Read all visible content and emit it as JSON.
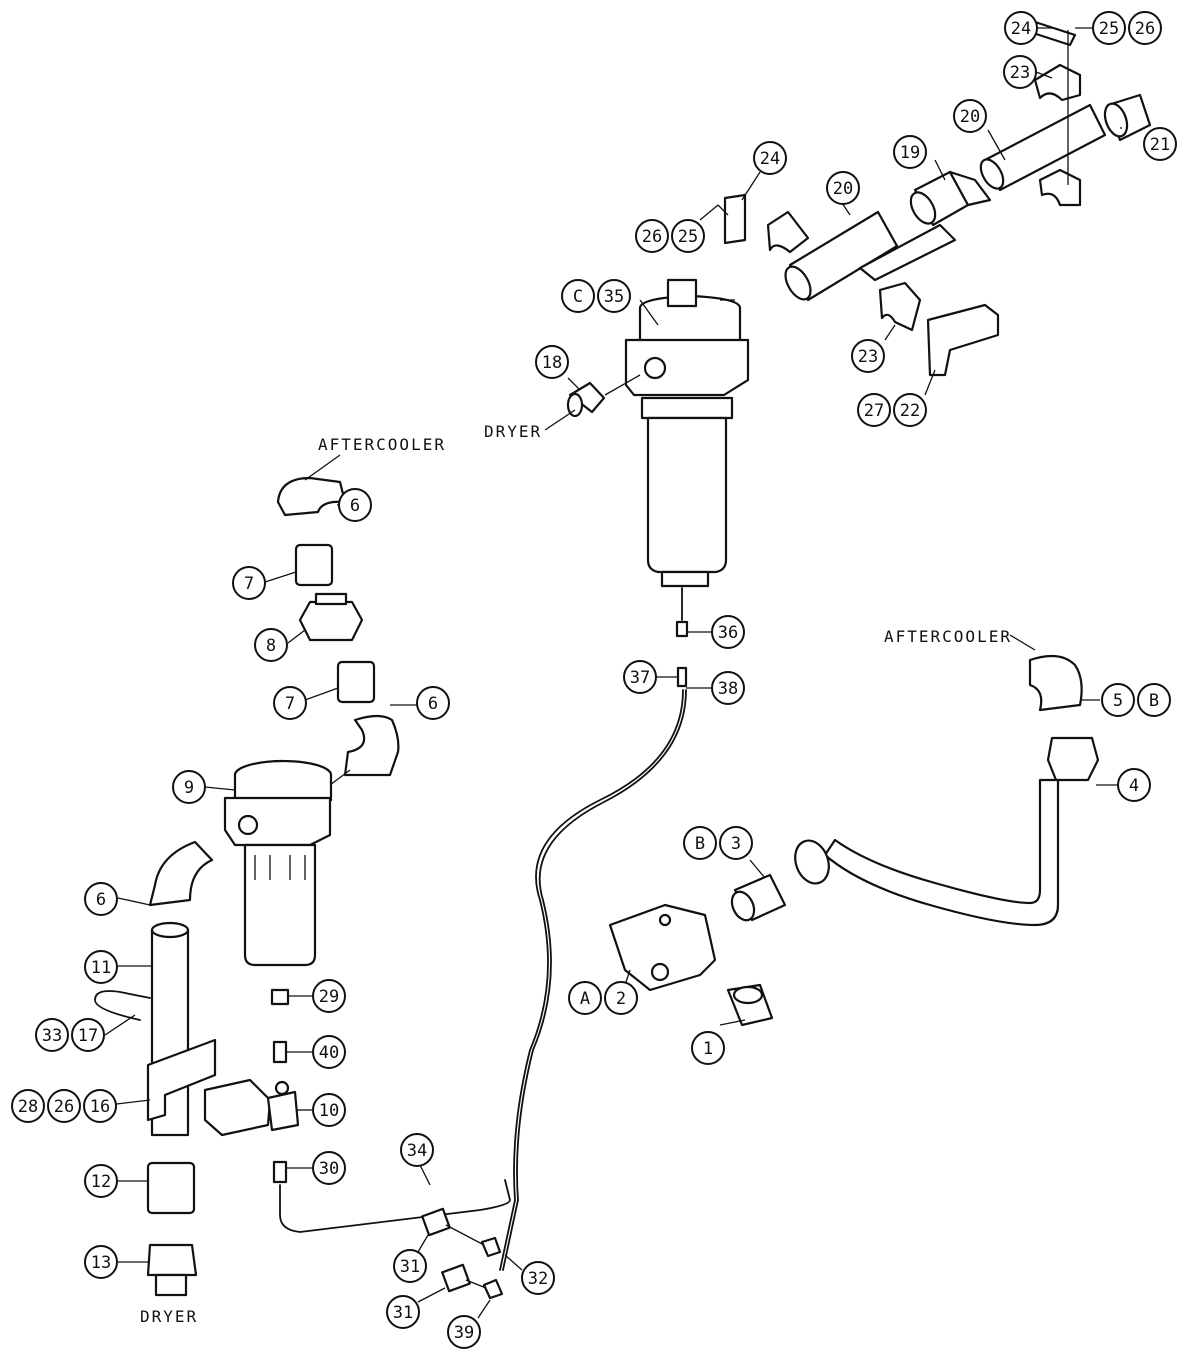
{
  "diagram": {
    "part_numbers": [
      "1",
      "2",
      "3",
      "4",
      "5",
      "6",
      "6",
      "6",
      "7",
      "7",
      "8",
      "9",
      "10",
      "11",
      "12",
      "13",
      "16",
      "17",
      "18",
      "19",
      "20",
      "20",
      "21",
      "22",
      "23",
      "23",
      "24",
      "24",
      "25",
      "25",
      "26",
      "26",
      "26",
      "27",
      "28",
      "29",
      "30",
      "31",
      "31",
      "32",
      "33",
      "34",
      "35",
      "36",
      "37",
      "38",
      "39",
      "40"
    ],
    "ref_letters": [
      "A",
      "B",
      "B",
      "C"
    ],
    "labels": {
      "aftercooler_upper": "AFTERCOOLER",
      "aftercooler_right": "AFTERCOOLER",
      "dryer_upper": "DRYER",
      "dryer_lower": "DRYER"
    },
    "callouts": {
      "b24a": "24",
      "b25a": "25",
      "b26a": "26",
      "b23a": "23",
      "b21": "21",
      "b20a": "20",
      "b19": "19",
      "b24b": "24",
      "b20b": "20",
      "b26b": "26",
      "b25b": "25",
      "bC": "C",
      "b35": "35",
      "b18": "18",
      "b23b": "23",
      "b27": "27",
      "b22": "22",
      "b6a": "6",
      "b7a": "7",
      "b8": "8",
      "b7b": "7",
      "b6b": "6",
      "b9": "9",
      "b6c": "6",
      "b11": "11",
      "b33": "33",
      "b17": "17",
      "b28": "28",
      "b26c": "26",
      "b16": "16",
      "b12": "12",
      "b13": "13",
      "b29": "29",
      "b40": "40",
      "b10": "10",
      "b30": "30",
      "b34": "34",
      "b31a": "31",
      "b32": "32",
      "b31b": "31",
      "b39": "39",
      "b36": "36",
      "b37": "37",
      "b38": "38",
      "b5": "5",
      "bB1": "B",
      "b4": "4",
      "bB2": "B",
      "b3": "3",
      "bA": "A",
      "b2": "2",
      "b1": "1"
    }
  }
}
